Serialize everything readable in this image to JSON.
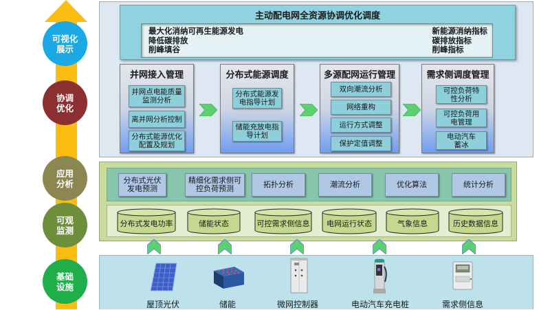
{
  "stages": [
    {
      "label": "可视化\n展示",
      "color": "#1aa9e4"
    },
    {
      "label": "协调\n优化",
      "color": "#8b2f30"
    },
    {
      "label": "应用\n分析",
      "color": "#8c8650"
    },
    {
      "label": "可观\n监测",
      "color": "#6d8e3a"
    },
    {
      "label": "基础\n设施",
      "color": "#1fae4a"
    }
  ],
  "objective": {
    "title": "主动配电网全资源协调优化调度",
    "goals": [
      "最大化消纳可再生能源发电",
      "降低碳排放",
      "削峰填谷"
    ],
    "indicators": [
      "新能源消纳指标",
      "碳排放指标",
      "削峰指标"
    ]
  },
  "modules": [
    {
      "title": "并网接入管理",
      "items": [
        "并网点电能质量\n监测分析",
        "离并网分析控制",
        "分布式能源优化\n配置及规划"
      ]
    },
    {
      "title": "分布式能源调度",
      "items": [
        "分布式能源发\n电指导计划",
        "储能充放电指\n导计划"
      ]
    },
    {
      "title": "多源配网运行管理",
      "items": [
        "双向潮流分析",
        "网络重构",
        "运行方式调整",
        "保护定值调整"
      ]
    },
    {
      "title": "需求侧调度管理",
      "items": [
        "可控负荷特\n性分析",
        "可控负荷用\n电管理",
        "电动汽车\n蓄冰"
      ]
    }
  ],
  "analysis": [
    "分布式光伏\n发电预测",
    "精细化需求侧可\n控负荷预测",
    "拓扑分析",
    "潮流分析",
    "优化算法",
    "统计分析"
  ],
  "data_stores": [
    "分布式发电功率",
    "储能状态",
    "可控需求侧信息",
    "电网运行状态",
    "气象信息",
    "历史数据信息"
  ],
  "devices": [
    {
      "label": "屋顶光伏",
      "icon": "solar-panel-icon"
    },
    {
      "label": "储能",
      "icon": "battery-icon"
    },
    {
      "label": "微网控制器",
      "icon": "control-cabinet-icon"
    },
    {
      "label": "电动汽车充电桩",
      "icon": "ev-charger-icon"
    },
    {
      "label": "需求侧信息",
      "icon": "smart-meter-icon"
    }
  ],
  "colors": {
    "arrow": "#fbbd12",
    "chevron": "#5ccf6e",
    "objective_box": "#8fd2e0",
    "analysis_band": "#88c6ac",
    "analysis_box": "#b0c7e6",
    "middle_panel": "#c8dc9c",
    "cylinder": "#c4d890",
    "base_panel": "#bde2ec"
  }
}
